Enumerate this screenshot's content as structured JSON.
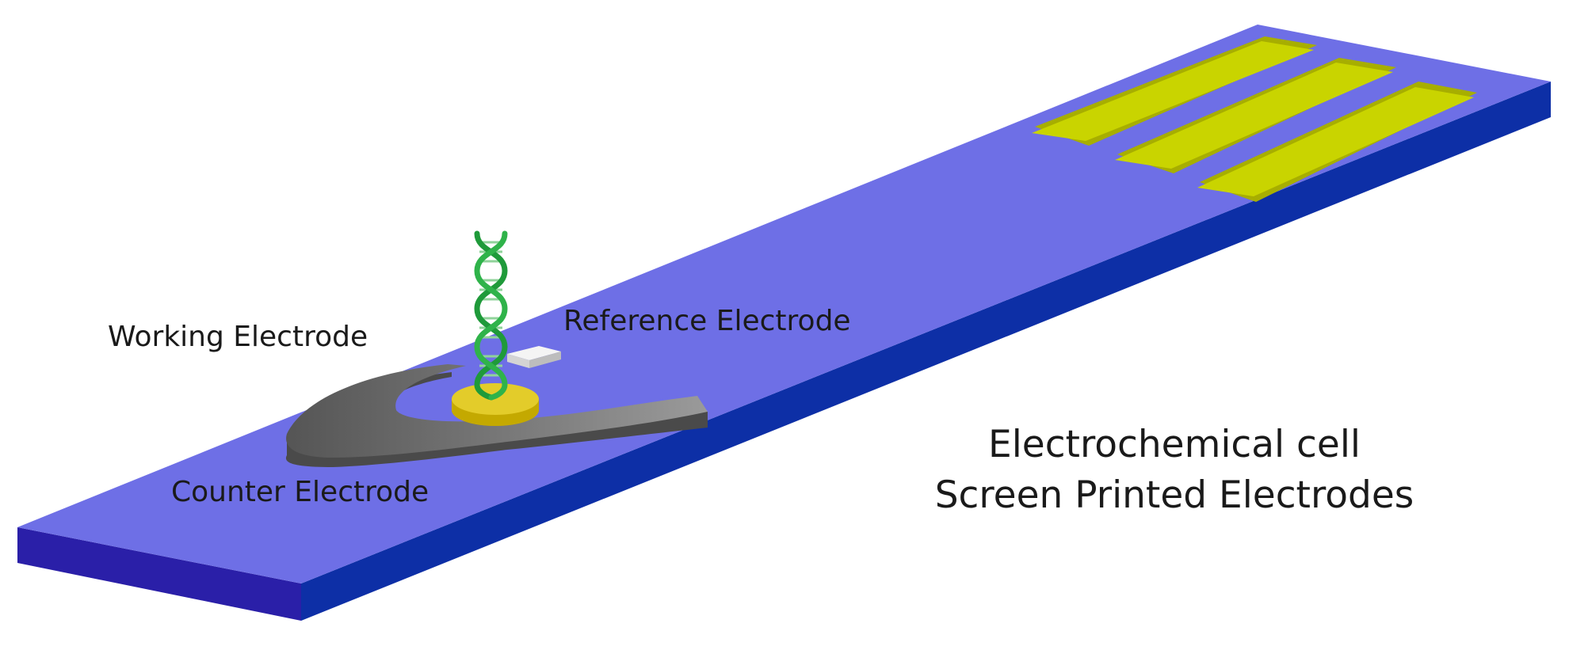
{
  "labels": {
    "working_electrode": "Working Electrode",
    "reference_electrode": "Reference Electrode",
    "counter_electrode": "Counter Electrode"
  },
  "caption": {
    "line1": "Electrochemical cell",
    "line2": "Screen Printed Electrodes"
  },
  "colors": {
    "strip_top": "#6e6fe6",
    "strip_front": "#2a1fa8",
    "strip_side": "#0d2fa6",
    "contact_pad": "#c9d400",
    "counter_electrode": "#6d6d6d",
    "working_electrode": "#e3cc2a",
    "reference_electrode": "#e6e6e6",
    "dna": "#1f9a3a"
  }
}
